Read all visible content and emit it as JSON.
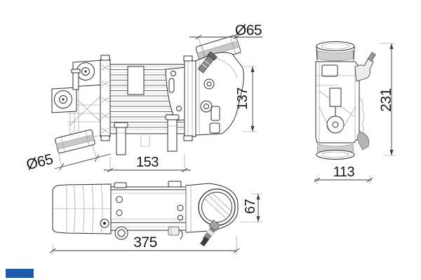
{
  "dims": {
    "d65_top": {
      "label": "Ø65"
    },
    "h137": {
      "label": "137"
    },
    "d65_bottom": {
      "label": "Ø65"
    },
    "w153": {
      "label": "153"
    },
    "h231": {
      "label": "231"
    },
    "d113": {
      "label": "113"
    },
    "l375": {
      "label": "375"
    },
    "h67": {
      "label": "67"
    }
  },
  "colors": {
    "line": "#2e2e2e",
    "thin_line": "#8f8f8f",
    "hose_shade": "#c9c9c9",
    "cuff_shade": "#cfcfcf",
    "logo_blue": "#1d5cad",
    "background": "#ffffff"
  }
}
